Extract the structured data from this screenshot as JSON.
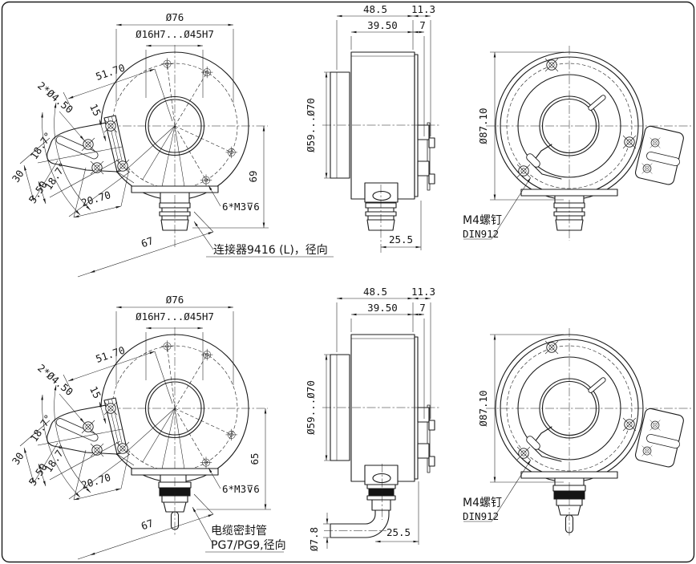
{
  "drawing_title": "hollow-shaft-encoder-outline-drawing",
  "front": {
    "dia76": "Ø76",
    "bore": "Ø16H7...Ø45H7",
    "d5170": "51.70",
    "d2x450": "2*Ø4.50",
    "d15": "15",
    "a187": "18.7°",
    "d30": "30",
    "d550": "5.50",
    "d2070": "20.70",
    "d67": "67",
    "m3": "6*M3⊽6"
  },
  "front_connector": {
    "d69": "69",
    "note": "连接器9416 (L)，径向"
  },
  "front_cable": {
    "d65": "65",
    "note1": "电缆密封管",
    "note2": "PG7/PG9,径向"
  },
  "side": {
    "d485": "48.5",
    "d113": "11.3",
    "d3950": "39.50",
    "d7": "7",
    "bore": "Ø59...Ø70",
    "d255": "25.5"
  },
  "side_cable": {
    "d78": "Ø7.8"
  },
  "rear": {
    "d8710": "Ø87.10",
    "m4_line1": "M4螺钉",
    "m4_line2": "DIN912"
  }
}
